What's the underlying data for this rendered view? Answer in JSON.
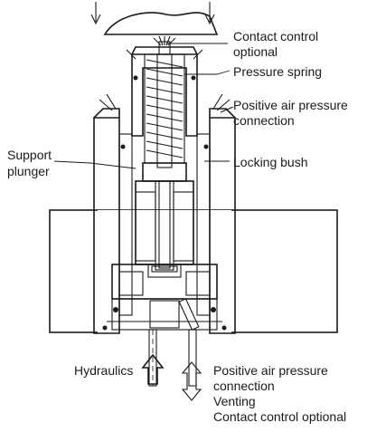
{
  "labels": {
    "contact_control_line1": "Contact control",
    "contact_control_line2": "optional",
    "pressure_spring": "Pressure spring",
    "positive_air_line1": "Positive air pressure",
    "positive_air_line2": "connection",
    "support_plunger_line1": "Support",
    "support_plunger_line2": "plunger",
    "locking_bush": "Locking bush",
    "hydraulics": "Hydraulics",
    "bottom_line1": "Positive air pressure",
    "bottom_line2": "connection",
    "bottom_line3": "Venting",
    "bottom_line4": "Contact control optional"
  },
  "colors": {
    "line": "#1a1a1a",
    "dark_gray": "#555555",
    "mid_gray": "#8a8a8a",
    "light_gray": "#c8c8c8",
    "channel_gray": "#9a9a9a"
  }
}
